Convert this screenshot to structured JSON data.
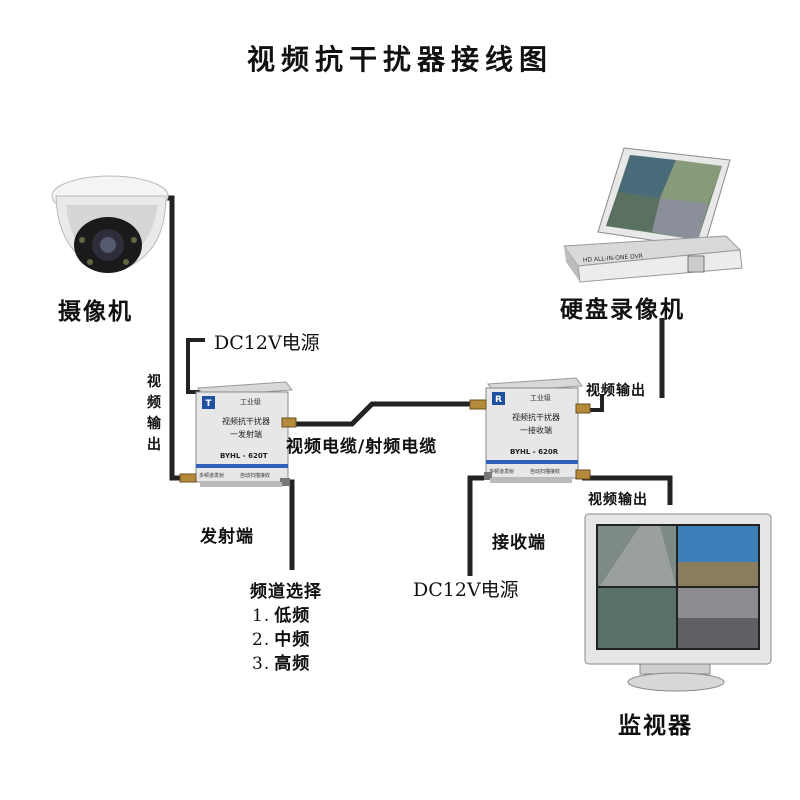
{
  "title": "视频抗干扰器接线图",
  "devices": {
    "camera": "摄像机",
    "dvr": "硬盘录像机",
    "monitor": "监视器",
    "dvr_panel_text": "HD ALL-IN-ONE DVR"
  },
  "transmitter": {
    "tag": "T",
    "grade": "工业级",
    "name_line1": "视频抗干扰器",
    "name_line2": "一发射端",
    "model": "BYHL - 620T",
    "foot_left": "多频道发射",
    "foot_right": "自动扫描接收",
    "caption": "发射端"
  },
  "receiver": {
    "tag": "R",
    "grade": "工业级",
    "name_line1": "视频抗干扰器",
    "name_line2": "一接收端",
    "model": "BYHL - 620R",
    "foot_left": "多频道发射",
    "foot_right": "自动扫描接收",
    "caption": "接收端"
  },
  "labels": {
    "video_out_vertical": [
      "视",
      "频",
      "输",
      "出"
    ],
    "dc_left": "DC12V电源",
    "dc_right": "DC12V电源",
    "cable": "视频电缆/射频电缆",
    "video_out_dvr": "视频输出",
    "video_out_monitor": "视频输出"
  },
  "channel": {
    "heading": "频道选择",
    "options": [
      {
        "num": "1.",
        "text": "低频"
      },
      {
        "num": "2.",
        "text": "中频"
      },
      {
        "num": "3.",
        "text": "高频"
      }
    ]
  }
}
